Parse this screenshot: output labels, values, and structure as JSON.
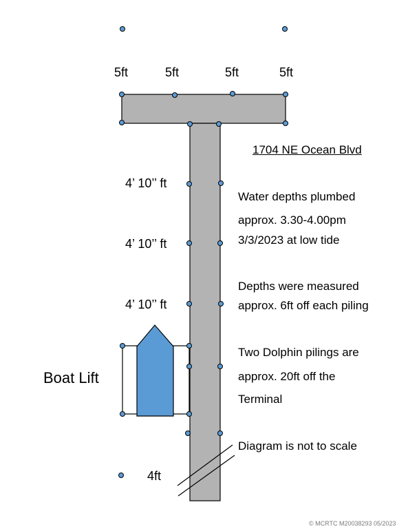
{
  "colors": {
    "dock_fill": "#b3b3b3",
    "boat_fill": "#5b9bd5",
    "piling_fill": "#5b9bd5",
    "outline": "#000000"
  },
  "labels": {
    "top_measure_1": "5ft",
    "top_measure_2": "5ft",
    "top_measure_3": "5ft",
    "top_measure_4": "5ft",
    "depth_1": "4’ 10’’ ft",
    "depth_2": "4’ 10’’ ft",
    "depth_3": "4’ 10’’ ft",
    "boat_lift": "Boat Lift",
    "end_measure": "4ft"
  },
  "notes": {
    "address": "1704 NE Ocean Blvd",
    "plumbed_line_1": "Water depths plumbed",
    "plumbed_line_2": "approx. 3.30-4.00pm",
    "plumbed_line_3": "3/3/2023 at low tide",
    "measured_line_1": "Depths were measured",
    "measured_line_2": "approx. 6ft off each piling",
    "dolphin_line_1": "Two Dolphin pilings are",
    "dolphin_line_2": "approx. 20ft off the",
    "dolphin_line_3": "Terminal",
    "scale_note": "Diagram is not to scale"
  },
  "watermark": "© MCRTC M20038293 05/2023"
}
